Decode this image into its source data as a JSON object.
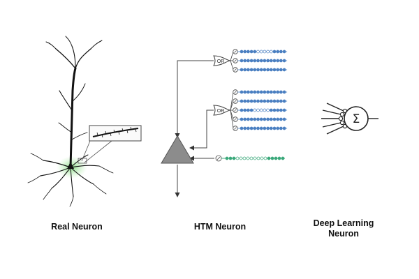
{
  "captions": {
    "real": "Real Neuron",
    "htm": "HTM Neuron",
    "deep": "Deep Learning Neuron"
  },
  "htm": {
    "gate_label": "OR",
    "sum_symbol": "Σ"
  },
  "colors": {
    "dot_blue": "#4a7fc1",
    "dot_green": "#3aa87a",
    "glow": "#9ee29a",
    "triangle": "#8c8c8c",
    "stroke": "#333333"
  },
  "segments": {
    "top_group": [
      [
        1,
        1,
        1,
        1,
        1,
        0,
        0,
        0,
        0,
        0,
        1,
        1,
        1,
        1
      ],
      [
        1,
        1,
        1,
        1,
        1,
        1,
        1,
        1,
        1,
        1,
        1,
        1,
        1,
        1
      ],
      [
        1,
        1,
        1,
        1,
        1,
        1,
        1,
        1,
        1,
        1,
        1,
        1,
        1,
        1
      ]
    ],
    "mid_group": [
      [
        1,
        1,
        1,
        1,
        1,
        1,
        1,
        1,
        1,
        1,
        1,
        1,
        1,
        1
      ],
      [
        1,
        1,
        1,
        1,
        1,
        1,
        1,
        1,
        1,
        1,
        1,
        1,
        1,
        1
      ],
      [
        1,
        1,
        1,
        1,
        0,
        0,
        0,
        0,
        0,
        1,
        1,
        1,
        1,
        1
      ],
      [
        1,
        1,
        1,
        1,
        1,
        1,
        1,
        1,
        1,
        1,
        1,
        1,
        1,
        1
      ],
      [
        1,
        1,
        1,
        1,
        1,
        1,
        1,
        1,
        1,
        1,
        1,
        1,
        1,
        1
      ]
    ],
    "proximal": [
      1,
      1,
      1,
      0,
      0,
      0,
      0,
      0,
      0,
      0,
      0,
      0,
      1,
      1,
      1,
      1,
      1
    ]
  }
}
